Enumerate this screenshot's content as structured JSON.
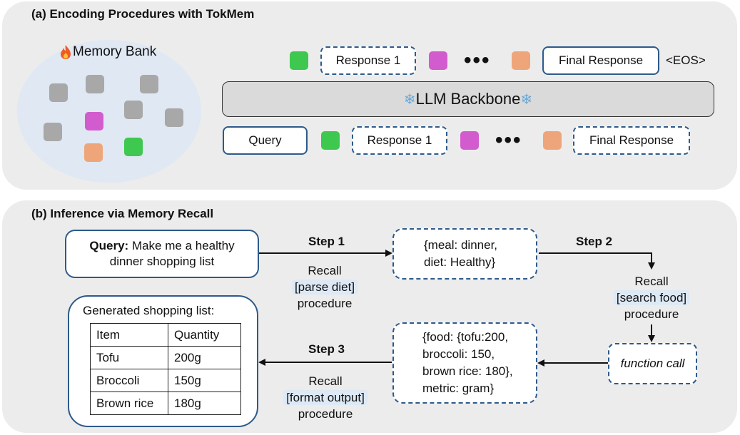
{
  "section_a": {
    "title": "(a) Encoding Procedures with TokMem",
    "memory_bank_label": "Memory Bank",
    "top_row": {
      "response1": "Response 1",
      "dots": "•••",
      "final_response": "Final Response",
      "eos": "<EOS>"
    },
    "backbone_label": "LLM Backbone",
    "bottom_row": {
      "query": "Query",
      "response1": "Response 1",
      "dots": "•••",
      "final_response": "Final Response"
    }
  },
  "section_b": {
    "title": "(b) Inference via Memory Recall",
    "query_bold": "Query:",
    "query_text": " Make me a healthy dinner shopping list",
    "step1": {
      "label": "Step 1",
      "recall": "Recall",
      "procedure_name": "[parse diet]",
      "procedure": "procedure"
    },
    "diet_box": {
      "line1": "{meal: dinner,",
      "line2": "diet: Healthy}"
    },
    "step2": {
      "label": "Step 2",
      "recall": "Recall",
      "procedure_name": "[search food]",
      "procedure": "procedure"
    },
    "function_call": "function call",
    "food_box": {
      "line1": "{food: {tofu:200,",
      "line2": "broccoli: 150,",
      "line3": "brown rice: 180},",
      "line4": "metric: gram}"
    },
    "step3": {
      "label": "Step 3",
      "recall": "Recall",
      "procedure_name": "[format output]",
      "procedure": "procedure"
    },
    "output": {
      "title": "Generated shopping list:",
      "headers": [
        "Item",
        "Quantity"
      ],
      "rows": [
        [
          "Tofu",
          "200g"
        ],
        [
          "Broccoli",
          "150g"
        ],
        [
          "Brown rice",
          "180g"
        ]
      ]
    }
  },
  "colors": {
    "green": "#3ec84f",
    "magenta": "#d25ccd",
    "orange": "#efa57a",
    "gray": "#a8a8a8",
    "border_blue": "#2d5a8a",
    "panel_gray": "#ececec",
    "memory_circle": "#dfe8f3"
  },
  "icons": [
    "fire-icon",
    "snowflake-icon"
  ]
}
